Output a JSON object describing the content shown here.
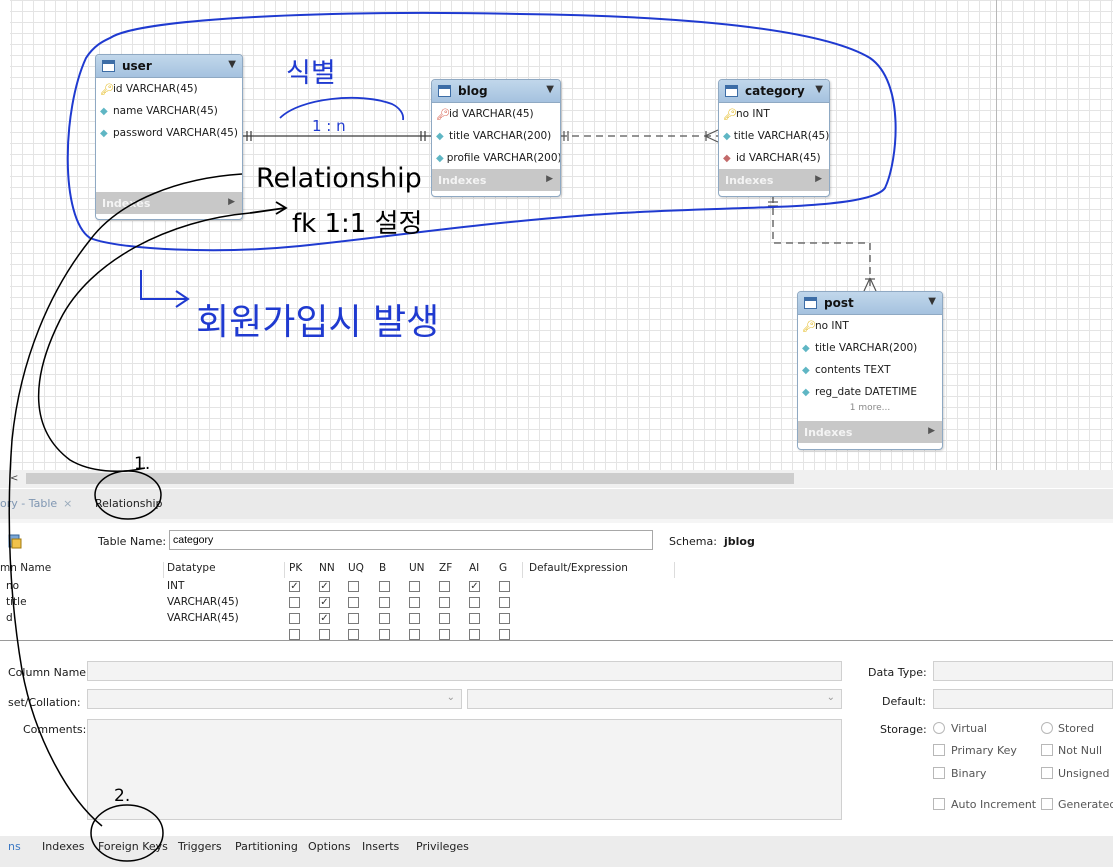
{
  "diagram": {
    "entities": {
      "user": {
        "title": "user",
        "columns": [
          "id VARCHAR(45)",
          "name VARCHAR(45)",
          "password VARCHAR(45)"
        ],
        "indexes_label": "Indexes"
      },
      "blog": {
        "title": "blog",
        "columns": [
          "id VARCHAR(45)",
          "title VARCHAR(200)",
          "profile VARCHAR(200)"
        ],
        "indexes_label": "Indexes"
      },
      "category": {
        "title": "category",
        "columns": [
          "no INT",
          "title VARCHAR(45)",
          "id VARCHAR(45)"
        ],
        "indexes_label": "Indexes"
      },
      "post": {
        "title": "post",
        "columns": [
          "no INT",
          "title VARCHAR(200)",
          "contents TEXT",
          "reg_date DATETIME"
        ],
        "more_label": "1 more...",
        "indexes_label": "Indexes"
      }
    }
  },
  "annotations": {
    "identifying": "식별",
    "cardinality": "1 : n",
    "relationship": "Relationship",
    "fk_setting": "fk 1:1 설정",
    "signup": "회원가입시 발생",
    "mark1": "1.",
    "mark2": "2."
  },
  "scrollbar": {
    "left_arrow": "<"
  },
  "editor": {
    "tabs": {
      "table": "ory - Table",
      "close": "×",
      "relationship": "Relationship"
    },
    "table_name_label": "Table Name:",
    "table_name_value": "category",
    "schema_label": "Schema:",
    "schema_value": "jblog",
    "grid": {
      "headers": [
        "mn Name",
        "Datatype",
        "PK",
        "NN",
        "UQ",
        "B",
        "UN",
        "ZF",
        "AI",
        "G",
        "Default/Expression"
      ],
      "rows": [
        {
          "name": "no",
          "type": "INT",
          "flags": [
            true,
            true,
            false,
            false,
            false,
            false,
            true,
            false
          ]
        },
        {
          "name": "title",
          "type": "VARCHAR(45)",
          "flags": [
            false,
            true,
            false,
            false,
            false,
            false,
            false,
            false
          ]
        },
        {
          "name": "d",
          "type": "VARCHAR(45)",
          "flags": [
            false,
            true,
            false,
            false,
            false,
            false,
            false,
            false
          ]
        },
        {
          "name": "",
          "type": "",
          "flags": [
            false,
            false,
            false,
            false,
            false,
            false,
            false,
            false
          ]
        }
      ]
    },
    "details": {
      "column_name_label": "Column Name:",
      "charset_label": "set/Collation:",
      "comments_label": "Comments:",
      "data_type_label": "Data Type:",
      "default_label": "Default:",
      "storage_label": "Storage:",
      "storage_options": {
        "virtual": "Virtual",
        "stored": "Stored"
      },
      "flags": {
        "primary_key": "Primary Key",
        "not_null": "Not Null",
        "binary": "Binary",
        "unsigned": "Unsigned",
        "auto_increment": "Auto Increment",
        "generated": "Generated"
      }
    },
    "bottom_tabs": [
      "ns",
      "Indexes",
      "Foreign Keys",
      "Triggers",
      "Partitioning",
      "Options",
      "Inserts",
      "Privileges"
    ]
  }
}
